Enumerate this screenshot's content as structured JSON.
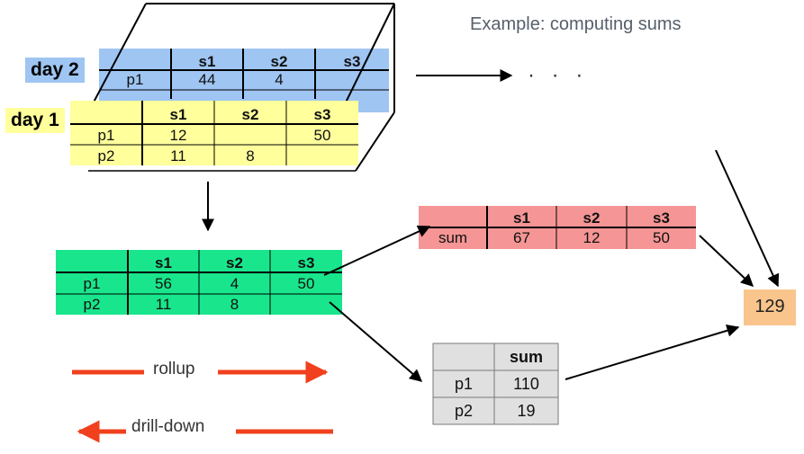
{
  "title": "Example: computing sums",
  "ellipsis": "· · ·",
  "colors": {
    "day2_fill": "#9fc5f2",
    "day1_fill": "#ffff9c",
    "sum_fill": "#f59595",
    "cube_fill": "#19e68c",
    "psum_fill": "#e0e0e0",
    "total_fill": "#f9c58d",
    "legend_arrow": "#f0401d"
  },
  "day2": {
    "label": "day 2",
    "headers": [
      "",
      "s1",
      "s2",
      "s3"
    ],
    "rows": [
      [
        "p1",
        "44",
        "4",
        ""
      ]
    ]
  },
  "day1": {
    "label": "day 1",
    "headers": [
      "",
      "s1",
      "s2",
      "s3"
    ],
    "rows": [
      [
        "p1",
        "12",
        "",
        "50"
      ],
      [
        "p2",
        "11",
        "8",
        ""
      ]
    ]
  },
  "cube": {
    "headers": [
      "",
      "s1",
      "s2",
      "s3"
    ],
    "rows": [
      [
        "p1",
        "56",
        "4",
        "50"
      ],
      [
        "p2",
        "11",
        "8",
        ""
      ]
    ]
  },
  "sums_by_s": {
    "headers": [
      "",
      "s1",
      "s2",
      "s3"
    ],
    "row": [
      "sum",
      "67",
      "12",
      "50"
    ]
  },
  "sums_by_p": {
    "header": "sum",
    "rows": [
      [
        "p1",
        "110"
      ],
      [
        "p2",
        "19"
      ]
    ]
  },
  "total": "129",
  "legend": {
    "rollup": "rollup",
    "drilldown": "drill-down"
  }
}
